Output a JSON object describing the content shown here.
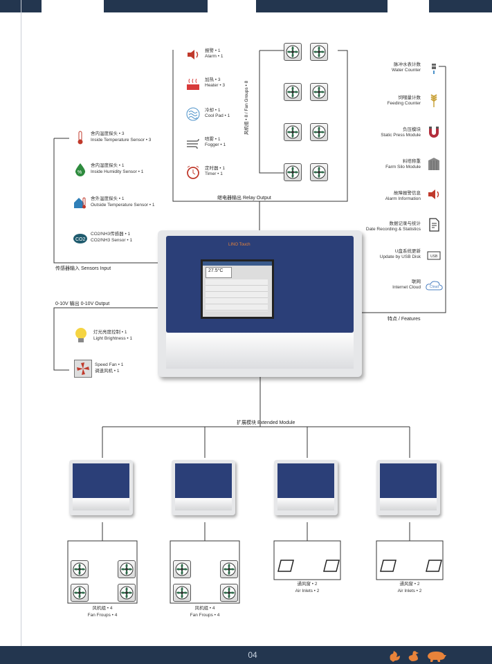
{
  "relay_output": {
    "header": "继电器输出 Relay Output",
    "items": [
      {
        "cn": "报警 • 1",
        "en": "Alarm • 1",
        "icon": "speaker-icon"
      },
      {
        "cn": "加热 • 3",
        "en": "Heater • 3",
        "icon": "heater-icon"
      },
      {
        "cn": "冷却 • 1",
        "en": "Cool Pad • 1",
        "icon": "cool-pad-icon"
      },
      {
        "cn": "喷雾 • 1",
        "en": "Fogger • 1",
        "icon": "fogger-icon"
      },
      {
        "cn": "定时器 • 1",
        "en": "Timer • 1",
        "icon": "alarm-clock-icon"
      }
    ],
    "fan_groups_label": "风机组 • 8 / Fan Groups • 8"
  },
  "sensors_input": {
    "header": "传感器输入 Sensors Input",
    "items": [
      {
        "cn": "舍内温度探头 • 3",
        "en": "Inside Temperature Sensor • 3",
        "icon": "thermometer-icon"
      },
      {
        "cn": "舍内湿度探头 • 1",
        "en": "Inside Humidity Sensor • 1",
        "icon": "humidity-icon"
      },
      {
        "cn": "舍外温度探头 • 1",
        "en": "Outside Temperature Sensor • 1",
        "icon": "house-thermometer-icon"
      },
      {
        "cn": "CO2/NH3传感器 • 1",
        "en": "CO2/NH3 Sensor • 1",
        "icon": "co2-cloud-icon"
      }
    ]
  },
  "analog_output": {
    "header": "0-10V 输出 0-10V Output",
    "items": [
      {
        "cn": "灯光亮度控制 • 1",
        "en": "Light Brightness • 1",
        "icon": "light-bulb-icon"
      },
      {
        "cn": "Speed Fan • 1",
        "en": "调速风机 • 1",
        "icon": "speed-fan-icon"
      }
    ]
  },
  "features": {
    "header": "特点 / Features",
    "items": [
      {
        "cn": "脉冲水表计数",
        "en": "Water Counter",
        "icon": "faucet-icon"
      },
      {
        "cn": "饲喂量计数",
        "en": "Feeding Counter",
        "icon": "wheat-icon"
      },
      {
        "cn": "负压模块",
        "en": "Static Press Module",
        "icon": "magnet-icon"
      },
      {
        "cn": "料塔称重",
        "en": "Farm Silo Module",
        "icon": "silo-icon"
      },
      {
        "cn": "故障报警信息",
        "en": "Alarm Information",
        "icon": "speaker-icon"
      },
      {
        "cn": "数据记录与统计",
        "en": "Date Recording & Statistics",
        "icon": "document-icon"
      },
      {
        "cn": "U盘系统更新",
        "en": "Update by USB Disk",
        "icon": "usb-icon"
      },
      {
        "cn": "联网",
        "en": "Internet Cloud",
        "icon": "cloud-icon"
      }
    ]
  },
  "controller": {
    "brand": "LINO Touch",
    "screen_temp": "27.5°C"
  },
  "extended_module": {
    "header": "扩展模块   Extended Module",
    "modules": [
      {
        "cn": "风机组 • 4",
        "en": "Fan Froups • 4",
        "kind": "fans"
      },
      {
        "cn": "风机组 • 4",
        "en": "Fan Froups • 4",
        "kind": "fans"
      },
      {
        "cn": "通风窗 • 2",
        "en": "Air Inlets • 2",
        "kind": "inlets"
      },
      {
        "cn": "通风窗 • 2",
        "en": "Air Inlets • 2",
        "kind": "inlets"
      }
    ]
  },
  "footer": {
    "page_number": "04",
    "animal_icons": [
      "chicken-icon",
      "duck-icon",
      "pig-icon"
    ]
  },
  "colors": {
    "navy": "#23364f",
    "panel_blue": "#2b3f78",
    "accent_orange": "#e8833a",
    "alarm_red": "#c0392b"
  }
}
